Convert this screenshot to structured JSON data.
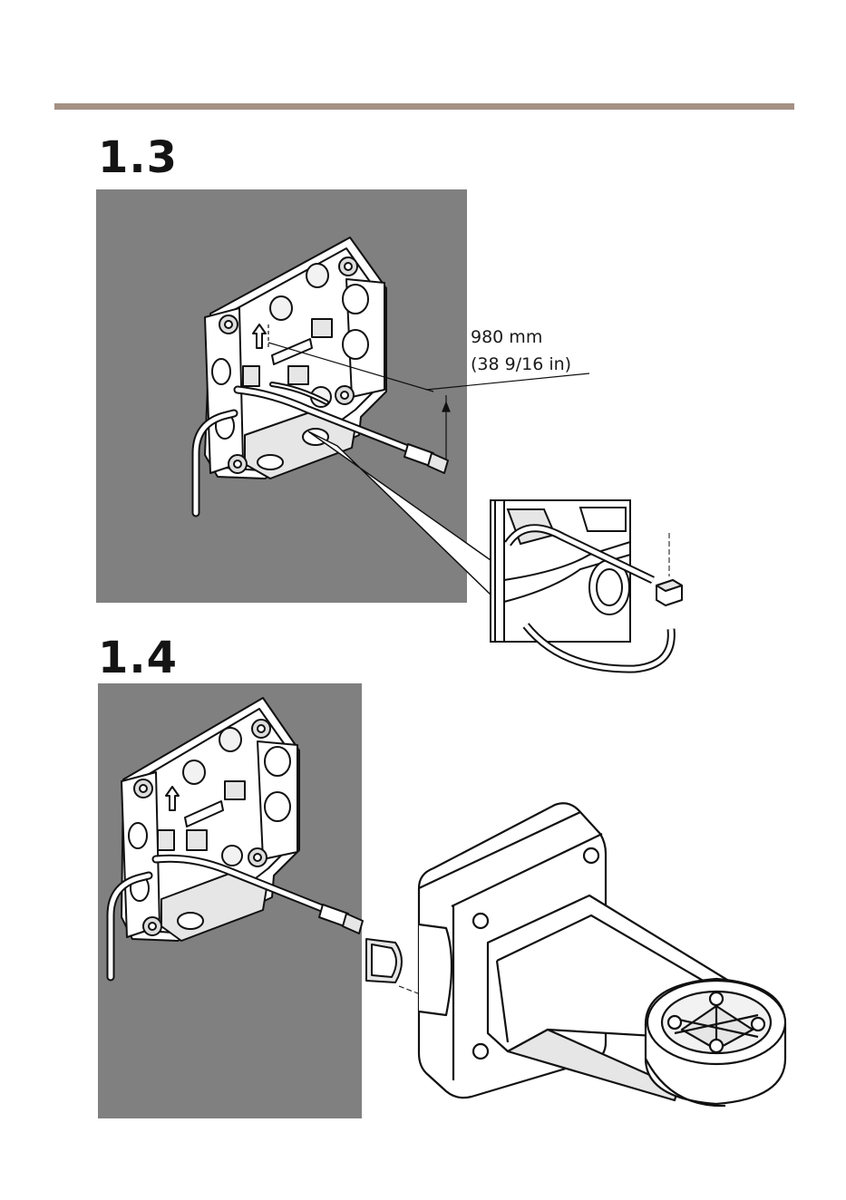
{
  "steps": [
    {
      "id": "1.3",
      "label": "1.3"
    },
    {
      "id": "1.4",
      "label": "1.4"
    }
  ],
  "measurement": {
    "metric": "980 mm",
    "imperial": "(38 9/16 in)"
  },
  "colors": {
    "rule": "#a49184",
    "wall": "#808080",
    "line": "#111111",
    "part": "#ffffff",
    "shade": "#e6e6e6"
  }
}
